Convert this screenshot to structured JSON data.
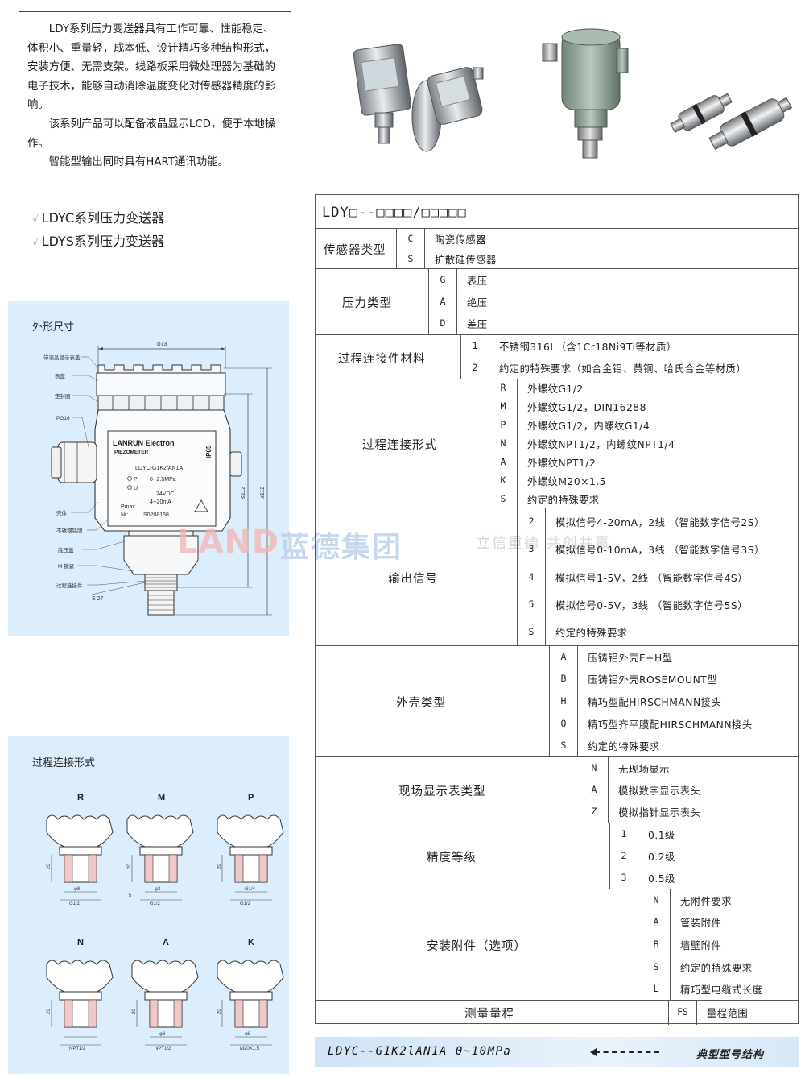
{
  "intro": {
    "p1": "LDY系列压力变送器具有工作可靠、性能稳定、体积小、重量轻，成本低、设计精巧多种结构形式，安装方便、无需支架。线路板采用微处理器为基础的电子技术，能够自动消除温度变化对传感器精度的影响。",
    "p2": "该系列产品可以配备液晶显示LCD，便于本地操作。",
    "p3": "智能型输出同时具有HART通讯功能。"
  },
  "series": [
    {
      "tick": "√",
      "label": "LDYC系列压力变送器"
    },
    {
      "tick": "√",
      "label": "LDYS系列压力变送器"
    }
  ],
  "dim_panel": {
    "title": "外形尺寸",
    "dim_top": "φ73",
    "dim_right1": "≤112",
    "dim_right2": "≤112",
    "dim_hex": "S 27",
    "callouts": [
      "带液晶显示表盖",
      "表盖",
      "定封圈",
      "PG16",
      "壳体",
      "不锈钢铭牌",
      "底压盖",
      "M 锁紧",
      "过程连接件"
    ],
    "nameplate": {
      "brand": "LANRUN Electron",
      "sub": "PIEZOMETER",
      "ip": "IP65",
      "model": "LDYC-G1K2/AN1A",
      "p_label": "P",
      "p_val": "0--2.5MPa",
      "u_label": "U",
      "u_val": "24VDC",
      "i_val": "4--20mA",
      "pmax": "Pmax",
      "nr_label": "Nr:",
      "nr_val": "S0208158"
    }
  },
  "conn_panel": {
    "title": "过程连接形式",
    "items": [
      {
        "letter": "R",
        "dim_h": "20",
        "dim_a": "φ8",
        "dim_b": "G1/2"
      },
      {
        "letter": "M",
        "dim_h": "20",
        "dim_a": "φ3",
        "dim_b": "G1/2"
      },
      {
        "letter": "P",
        "dim_h": "20",
        "dim_a": "G1/4",
        "dim_b": "G1/2"
      },
      {
        "letter": "N",
        "dim_h": "20",
        "dim_a": "",
        "dim_b": "NPT1/2"
      },
      {
        "letter": "A",
        "dim_h": "20",
        "dim_a": "φ8",
        "dim_b": "NPT1/2"
      },
      {
        "letter": "K",
        "dim_h": "20",
        "dim_a": "φ8",
        "dim_b": "M20X1.5"
      }
    ],
    "m_extra": "5"
  },
  "watermark": {
    "logo": "LAND",
    "name": "蓝德集团",
    "slogan": "立信重德  共创共赢"
  },
  "spec": {
    "header": "LDY□--□□□□/□□□□□",
    "sections": [
      {
        "label": "传感器类型",
        "rows": [
          {
            "code": "C",
            "desc": "陶瓷传感器"
          },
          {
            "code": "S",
            "desc": "扩散硅传感器"
          }
        ]
      },
      {
        "label": "压力类型",
        "rows": [
          {
            "code": "G",
            "desc": "表压"
          },
          {
            "code": "A",
            "desc": "绝压"
          },
          {
            "code": "D",
            "desc": "差压"
          }
        ]
      },
      {
        "label": "过程连接件材料",
        "rows": [
          {
            "code": "1",
            "desc": "不锈钢316L（含1Cr18Ni9Ti等材质）"
          },
          {
            "code": "2",
            "desc": "约定的特殊要求（如合金铝、黄铜、哈氏合金等材质）"
          }
        ]
      },
      {
        "label": "过程连接形式",
        "rows": [
          {
            "code": "R",
            "desc": "外螺纹G1/2"
          },
          {
            "code": "M",
            "desc": "外螺纹G1/2，DIN16288"
          },
          {
            "code": "P",
            "desc": "外螺纹G1/2，内螺纹G1/4"
          },
          {
            "code": "N",
            "desc": "外螺纹NPT1/2，内螺纹NPT1/4"
          },
          {
            "code": "A",
            "desc": "外螺纹NPT1/2"
          },
          {
            "code": "K",
            "desc": "外螺纹M20×1.5"
          },
          {
            "code": "S",
            "desc": "约定的特殊要求"
          }
        ]
      },
      {
        "label": "输出信号",
        "rows": [
          {
            "code": "2",
            "desc": "模拟信号4-20mA，2线  （智能数字信号2S）"
          },
          {
            "code": "3",
            "desc": "模拟信号0-10mA，3线  （智能数字信号3S）"
          },
          {
            "code": "4",
            "desc": "模拟信号1-5V，2线     （智能数字信号4S）"
          },
          {
            "code": "5",
            "desc": "模拟信号0-5V，3线     （智能数字信号5S）"
          },
          {
            "code": "S",
            "desc": "约定的特殊要求"
          }
        ]
      },
      {
        "label": "外壳类型",
        "rows": [
          {
            "code": "A",
            "desc": "压铸铝外壳E+H型"
          },
          {
            "code": "B",
            "desc": "压铸铝外壳ROSEMOUNT型"
          },
          {
            "code": "H",
            "desc": "精巧型配HIRSCHMANN接头"
          },
          {
            "code": "Q",
            "desc": "精巧型齐平膜配HIRSCHMANN接头"
          },
          {
            "code": "S",
            "desc": "约定的特殊要求"
          }
        ]
      },
      {
        "label": "现场显示表类型",
        "rows": [
          {
            "code": "N",
            "desc": "无现场显示"
          },
          {
            "code": "A",
            "desc": "模拟数字显示表头"
          },
          {
            "code": "Z",
            "desc": "模拟指针显示表头"
          }
        ]
      },
      {
        "label": "精度等级",
        "rows": [
          {
            "code": "1",
            "desc": "0.1级"
          },
          {
            "code": "2",
            "desc": "0.2级"
          },
          {
            "code": "3",
            "desc": "0.5级"
          }
        ]
      },
      {
        "label": "安装附件（选项）",
        "rows": [
          {
            "code": "N",
            "desc": "无附件要求"
          },
          {
            "code": "A",
            "desc": "管装附件"
          },
          {
            "code": "B",
            "desc": "墙壁附件"
          },
          {
            "code": "S",
            "desc": "约定的特殊要求"
          },
          {
            "code": "L",
            "desc": "精巧型电缆式长度"
          }
        ]
      },
      {
        "label": "测量量程",
        "rows": [
          {
            "code": "FS",
            "desc": "量程范围"
          }
        ]
      }
    ]
  },
  "example": {
    "code": "LDYC--G1K2lAN1A 0~10MPa",
    "label": "典型型号结构"
  }
}
